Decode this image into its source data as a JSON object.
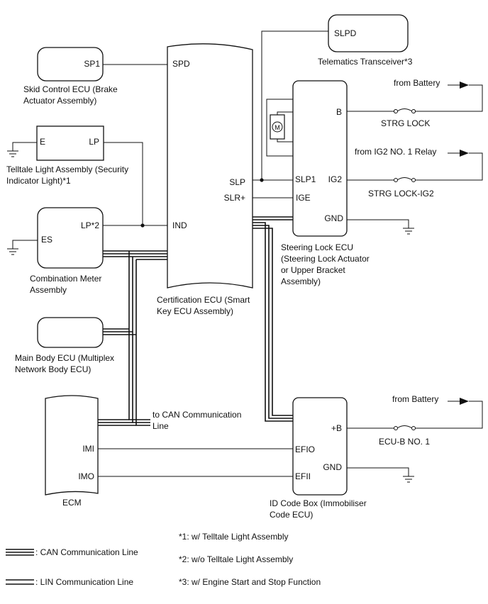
{
  "components": {
    "telematics": {
      "pin": "SLPD",
      "name": "Telematics Transceiver*3"
    },
    "skid": {
      "pin": "SP1",
      "name_l1": "Skid Control ECU (Brake",
      "name_l2": "Actuator Assembly)"
    },
    "telltale": {
      "pin_e": "E",
      "pin_lp": "LP",
      "name_l1": "Telltale Light Assembly (Security",
      "name_l2": "Indicator Light)*1"
    },
    "combination": {
      "pin_lp": "LP*2",
      "pin_es": "ES",
      "name_l1": "Combination Meter",
      "name_l2": "Assembly"
    },
    "main_body": {
      "name_l1": "Main Body ECU (Multiplex",
      "name_l2": "Network Body ECU)"
    },
    "ecm": {
      "pin_imi": "IMI",
      "pin_imo": "IMO",
      "name": "ECM"
    },
    "certification": {
      "pin_spd": "SPD",
      "pin_ind": "IND",
      "pin_slp": "SLP",
      "pin_slr": "SLR+",
      "name_l1": "Certification ECU (Smart",
      "name_l2": "Key ECU Assembly)"
    },
    "steering_lock": {
      "motor": "M",
      "pin_b": "B",
      "pin_slp1": "SLP1",
      "pin_ig2": "IG2",
      "pin_ige": "IGE",
      "pin_gnd": "GND",
      "name_l1": "Steering Lock ECU",
      "name_l2": "(Steering Lock Actuator",
      "name_l3": "or Upper Bracket",
      "name_l4": "Assembly)"
    },
    "id_code_box": {
      "pin_b": "+B",
      "pin_efio": "EFIO",
      "pin_efii": "EFII",
      "pin_gnd": "GND",
      "name_l1": "ID Code Box (Immobiliser",
      "name_l2": "Code ECU)"
    }
  },
  "power": {
    "from_battery_1": "from Battery",
    "fuse_1": "STRG LOCK",
    "from_ig2": "from IG2 NO. 1 Relay",
    "fuse_2": "STRG LOCK-IG2",
    "from_battery_2": "from Battery",
    "fuse_3": "ECU-B NO. 1"
  },
  "can_note_l1": "to CAN Communication",
  "can_note_l2": "Line",
  "legend": [
    {
      "symbol": "can",
      "label": ": CAN Communication Line"
    },
    {
      "symbol": "lin",
      "label": ": LIN Communication Line"
    }
  ],
  "notes": [
    "*1: w/ Telltale Light Assembly",
    "*2: w/o Telltale Light Assembly",
    "*3: w/ Engine Start and Stop Function"
  ]
}
